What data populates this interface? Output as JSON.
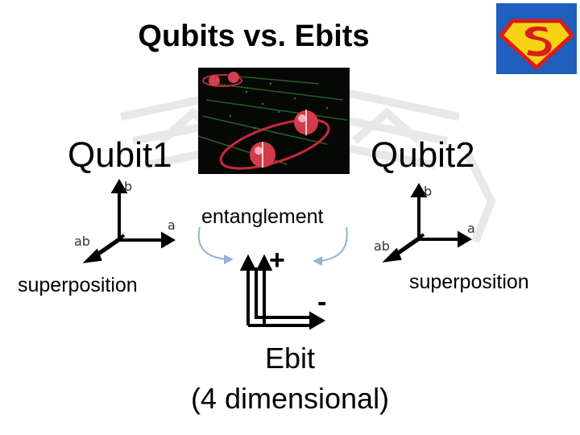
{
  "slide": {
    "title": "Qubits vs. Ebits"
  },
  "qubit1": {
    "label": "Qubit1",
    "state_label": "superposition",
    "axes": {
      "b": "b",
      "a": "a",
      "ab": "ab"
    }
  },
  "qubit2": {
    "label": "Qubit2",
    "state_label": "superposition",
    "axes": {
      "b": "b",
      "a": "a",
      "ab": "ab"
    }
  },
  "center": {
    "entanglement_label": "entanglement",
    "plus_sign": "+",
    "minus_sign": "-"
  },
  "ebit": {
    "label": "Ebit",
    "dimension_label": "(4 dimensional)"
  },
  "icons": {
    "logo": "superman-shield-logo",
    "image": "entangled-particles-photo"
  },
  "colors": {
    "logo_blue": "#1f5fbf",
    "logo_red": "#d91c1c",
    "logo_yellow": "#f6d414",
    "arrow_blue": "#8fb4d9",
    "particle_red": "#c8283a"
  }
}
